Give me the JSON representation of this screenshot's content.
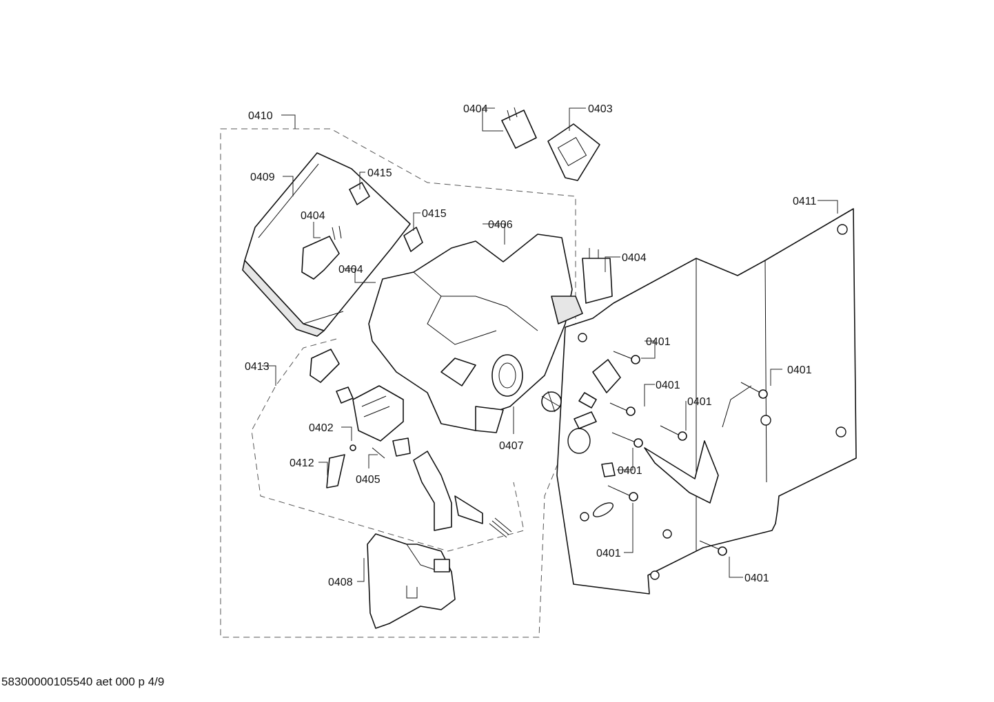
{
  "callouts": [
    {
      "id": "c0410",
      "label": "0410"
    },
    {
      "id": "c0404a",
      "label": "0404"
    },
    {
      "id": "c0403",
      "label": "0403"
    },
    {
      "id": "c0409",
      "label": "0409"
    },
    {
      "id": "c0415a",
      "label": "0415"
    },
    {
      "id": "c0415b",
      "label": "0415"
    },
    {
      "id": "c0404b",
      "label": "0404"
    },
    {
      "id": "c0406",
      "label": "0406"
    },
    {
      "id": "c0404c",
      "label": "0404"
    },
    {
      "id": "c0404d",
      "label": "0404"
    },
    {
      "id": "c0411",
      "label": "0411"
    },
    {
      "id": "c0401a",
      "label": "0401"
    },
    {
      "id": "c0413",
      "label": "0413"
    },
    {
      "id": "c0401b",
      "label": "0401"
    },
    {
      "id": "c0401c",
      "label": "0401"
    },
    {
      "id": "c0401d",
      "label": "0401"
    },
    {
      "id": "c0402",
      "label": "0402"
    },
    {
      "id": "c0407",
      "label": "0407"
    },
    {
      "id": "c0401e",
      "label": "0401"
    },
    {
      "id": "c0412",
      "label": "0412"
    },
    {
      "id": "c0405",
      "label": "0405"
    },
    {
      "id": "c0401f",
      "label": "0401"
    },
    {
      "id": "c0401g",
      "label": "0401"
    },
    {
      "id": "c0408",
      "label": "0408"
    }
  ],
  "footer": {
    "text": "58300000105540 aet 000 p 4/9"
  }
}
